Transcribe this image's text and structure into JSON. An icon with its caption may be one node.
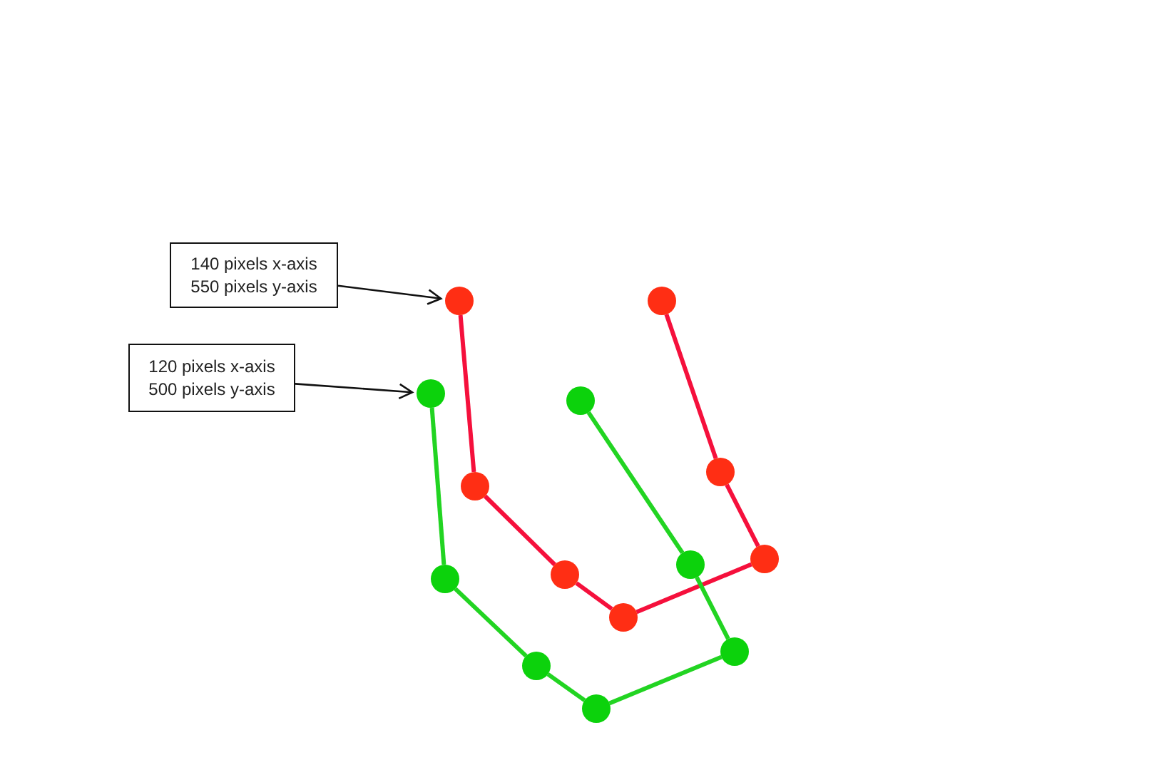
{
  "diagram": {
    "nodes": [
      {
        "text": [
          "140 pixels x-axis",
          "550 pixels y-axis"
        ]
      },
      {
        "text": [
          "120 pixels x-axis",
          "500 pixels y-axis"
        ]
      },
      {
        "text": [],
        "shape": "circle"
      },
      {
        "text": [],
        "shape": "circle"
      },
      {
        "text": [],
        "shape": "circle"
      },
      {
        "text": [],
        "shape": "circle"
      },
      {
        "text": [],
        "shape": "circle"
      },
      {
        "text": [],
        "shape": "circle"
      },
      {
        "text": [],
        "shape": "circle"
      },
      {
        "text": [],
        "shape": "circle"
      },
      {
        "text": [],
        "shape": "circle"
      },
      {
        "text": [],
        "shape": "circle"
      },
      {
        "text": [],
        "shape": "circle"
      },
      {
        "text": [],
        "shape": "circle"
      },
      {
        "text": [],
        "shape": "circle"
      },
      {
        "text": [],
        "shape": "circle"
      }
    ],
    "edges": [
      {
        "from": 0,
        "to": 4,
        "arrow": "to",
        "color": "#111111"
      },
      {
        "from": 1,
        "to": 2,
        "arrow": "to",
        "color": "#111111"
      },
      {
        "from": 4,
        "to": 5,
        "arrow": "none",
        "color": "#f5103c"
      },
      {
        "from": 5,
        "to": 7,
        "arrow": "none",
        "color": "#f5103c"
      },
      {
        "from": 7,
        "to": 10,
        "arrow": "none",
        "color": "#f5103c"
      },
      {
        "from": 10,
        "to": 15,
        "arrow": "none",
        "color": "#f5103c"
      },
      {
        "from": 15,
        "to": 13,
        "arrow": "none",
        "color": "#f5103c"
      },
      {
        "from": 13,
        "to": 11,
        "arrow": "none",
        "color": "#f5103c"
      },
      {
        "from": 2,
        "to": 3,
        "arrow": "none",
        "color": "#22d422"
      },
      {
        "from": 3,
        "to": 6,
        "arrow": "none",
        "color": "#22d422"
      },
      {
        "from": 6,
        "to": 9,
        "arrow": "none",
        "color": "#22d422"
      },
      {
        "from": 9,
        "to": 14,
        "arrow": "none",
        "color": "#22d422"
      },
      {
        "from": 14,
        "to": 12,
        "arrow": "none",
        "color": "#22d422"
      },
      {
        "from": 12,
        "to": 8,
        "arrow": "none",
        "color": "#22d422"
      }
    ]
  }
}
